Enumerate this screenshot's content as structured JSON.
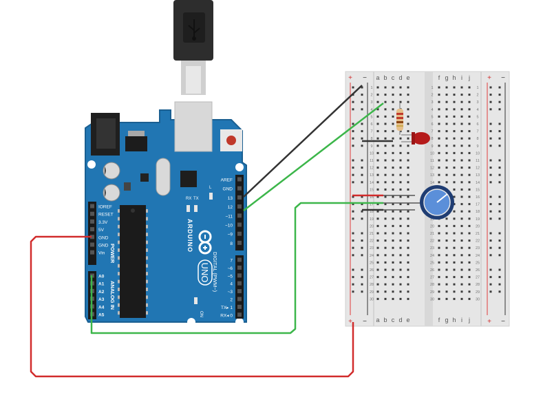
{
  "arduino": {
    "brand": "ARDUINO",
    "model": "UNO",
    "power_header_title": "POWER",
    "analog_header_title": "ANALOG IN",
    "digital_header_title": "DIGITAL (PWM~)",
    "power_pins": [
      "IOREF",
      "RESET",
      "3.3V",
      "5V",
      "GND",
      "GND",
      "Vin"
    ],
    "analog_pins": [
      "A0",
      "A1",
      "A2",
      "A3",
      "A4",
      "A5"
    ],
    "digital_top_pins": [
      "AREF",
      "GND",
      "13",
      "12",
      "~11",
      "~10",
      "~9",
      "8"
    ],
    "digital_bottom_pins": [
      "7",
      "~6",
      "~5",
      "4",
      "~3",
      "2",
      "TX▸ 1",
      "RX◂ 0"
    ],
    "led_labels": [
      "RX",
      "TX",
      "L",
      "ON"
    ]
  },
  "breadboard": {
    "rail_plus": "+",
    "rail_minus": "−",
    "columns_left": [
      "a",
      "b",
      "c",
      "d",
      "e"
    ],
    "columns_right": [
      "f",
      "g",
      "h",
      "i",
      "j"
    ],
    "rows": 30
  },
  "components": {
    "resistor": "resistor",
    "led": "red LED",
    "potentiometer": "potentiometer",
    "usb_cable": "USB cable"
  },
  "wires": [
    {
      "name": "wire-gnd-to-rail",
      "color": "#333333"
    },
    {
      "name": "wire-pin12-to-resistor",
      "color": "#3cb64a"
    },
    {
      "name": "wire-a0-to-pot-wiper",
      "color": "#3cb64a"
    },
    {
      "name": "wire-5v-to-rail",
      "color": "#d12b2b"
    }
  ],
  "colors": {
    "board": "#2176b3",
    "board_edge": "#1a5f91",
    "breadboard": "#e6e6e6",
    "wire_black": "#333333",
    "wire_green": "#3cb64a",
    "wire_red": "#d12b2b"
  }
}
